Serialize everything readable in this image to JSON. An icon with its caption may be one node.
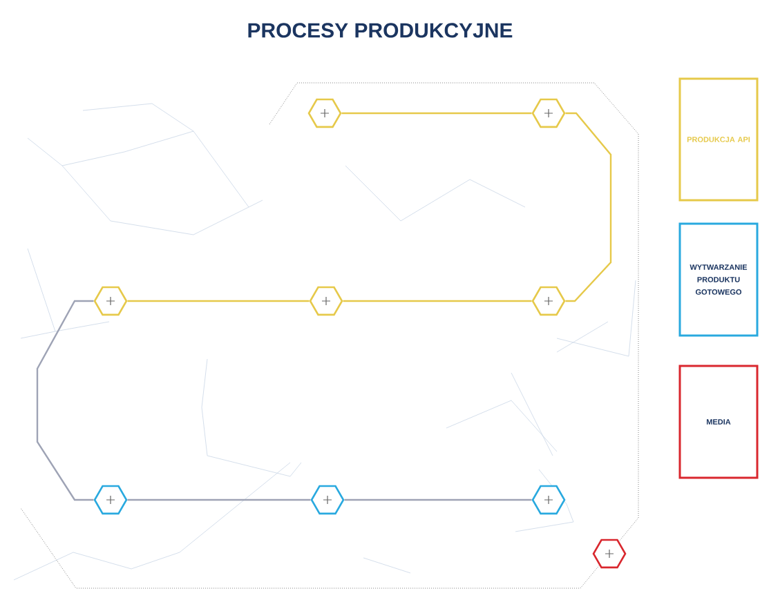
{
  "diagram": {
    "title": "PROCESY PRODUKCYJNE",
    "nodes": [
      {
        "text": [],
        "shape": "hexagon"
      },
      {
        "text": [],
        "shape": "hexagon"
      },
      {
        "text": [],
        "shape": "hexagon"
      },
      {
        "text": [],
        "shape": "hexagon"
      },
      {
        "text": [],
        "shape": "hexagon"
      },
      {
        "text": [],
        "shape": "hexagon"
      },
      {
        "text": [],
        "shape": "hexagon"
      },
      {
        "text": [],
        "shape": "hexagon"
      },
      {
        "text": [],
        "shape": "hexagon"
      },
      {
        "text": [
          "PRODUKCJA API"
        ]
      },
      {
        "text": [
          "WYTWARZANIE PRODUKTU GOTOWEGO"
        ]
      },
      {
        "text": [
          "MEDIA"
        ]
      }
    ],
    "edges": [
      {
        "from": 0,
        "to": 1,
        "arrow": "none"
      },
      {
        "from": 1,
        "to": 2,
        "arrow": "none"
      },
      {
        "from": 2,
        "to": 3,
        "arrow": "none"
      },
      {
        "from": 3,
        "to": 4,
        "arrow": "none"
      },
      {
        "from": 4,
        "to": 5,
        "arrow": "none",
        "color": "#9ea3b5"
      },
      {
        "from": 5,
        "to": 6,
        "arrow": "none",
        "color": "#9ea3b5"
      },
      {
        "from": 6,
        "to": 7,
        "arrow": "none",
        "color": "#9ea3b5"
      }
    ]
  }
}
